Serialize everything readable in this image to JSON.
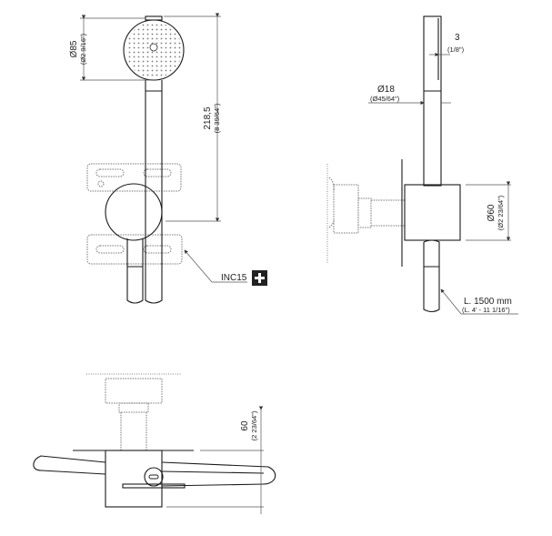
{
  "front_view": {
    "head_diameter": "Ø85",
    "head_diameter_in": "(Ø2 9/16\")",
    "height": "218,5",
    "height_in": "(8 39/64\")",
    "callout": "INC15",
    "callout_icon": "plus-icon"
  },
  "side_view": {
    "slot_width": "3",
    "slot_width_in": "(1/8\")",
    "handle_diameter": "Ø18",
    "handle_diameter_in": "(Ø45/64\")",
    "body_diameter": "Ø60",
    "body_diameter_in": "(Ø2 23/64\")",
    "hose_length": "L. 1500 mm",
    "hose_length_in": "(L. 4' - 11 1/16\")"
  },
  "top_view": {
    "body_depth": "60",
    "body_depth_in": "(2 23/64\")"
  }
}
